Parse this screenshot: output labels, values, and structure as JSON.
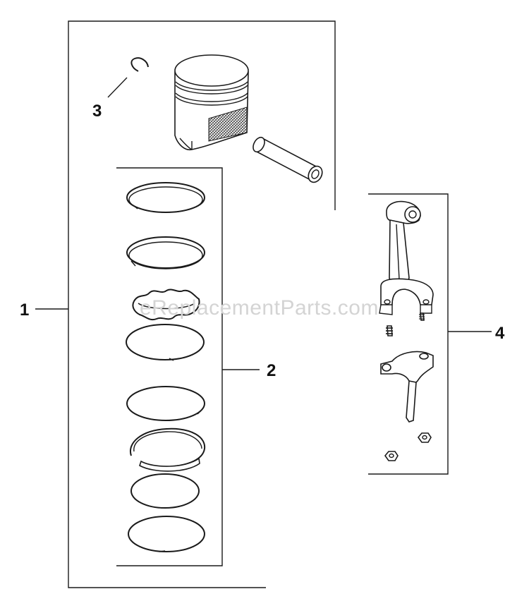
{
  "callouts": {
    "c1": "1",
    "c2": "2",
    "c3": "3",
    "c4": "4"
  },
  "watermark": "eReplacementParts.com"
}
